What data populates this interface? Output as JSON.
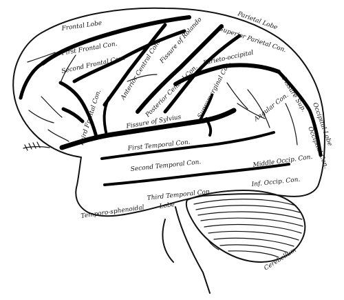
{
  "labels": {
    "frontal_lobe": "Frontal Lobe",
    "first_frontal": "First Frontal Con.",
    "second_frontal": "Second Frontal Con.",
    "anterior_central": "Anterior Central Con.",
    "fissure_of_rolando": "Fissure of Rolando",
    "superior_parietal": "Superior Parietal Con.",
    "parietal_lobe": "Parietal Lobe",
    "posterior_central": "Posterior Central Con.",
    "parieto_occipital": "Parieto-occipital",
    "fissure_sup": "Fissure Sup.",
    "supramarginal": "Supramarginal Con.",
    "third_frontal": "Third Frontal Con.",
    "fissure_of_sylvius": "Fissure of Sylvius",
    "angular": "Angular Con.",
    "occipital_lobe": "Occipital Lobe",
    "occipital_con": "Occipital Con.",
    "first_temporal": "First Temporal Con.",
    "second_temporal": "Second Temporal Con.",
    "middle_occip": "Middle Occip. Con.",
    "inf_occip": "Inf. Occip. Con.",
    "third_temporal": "Third Temporal Con.",
    "temporo_sphenoidal": "Temporo-sphenoidal",
    "lobe": "Lobe",
    "cerebellum": "Cerebellum"
  },
  "colors": {
    "ink": "#111111",
    "background": "#ffffff"
  }
}
